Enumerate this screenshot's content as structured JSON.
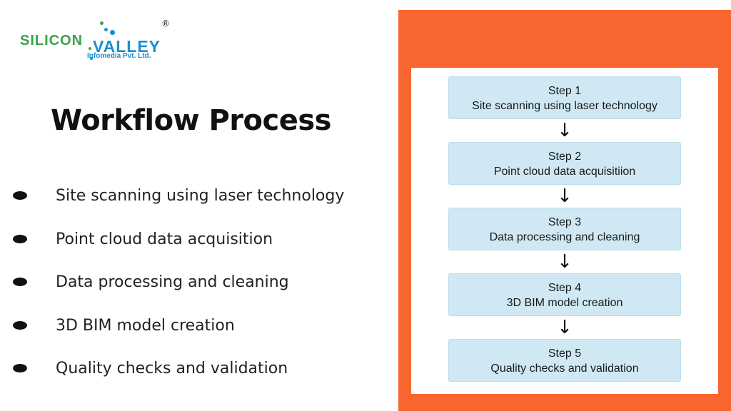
{
  "logo": {
    "word1": "SILICON",
    "word2": "VALLEY",
    "subtitle": "Infomedia Pvt. Ltd.",
    "registered": "®",
    "colors": {
      "green": "#3aa44a",
      "blue": "#1d8fd0"
    }
  },
  "title": "Workflow Process",
  "bullets": [
    "Site scanning using laser technology",
    "Point cloud data acquisition",
    "Data processing and cleaning",
    "3D BIM model creation",
    "Quality checks and validation"
  ],
  "flow": {
    "panel_color": "#f7662e",
    "box_color": "#cfe8f3",
    "arrow": "↓",
    "steps": [
      {
        "label": "Step 1",
        "text": "Site scanning using laser technology"
      },
      {
        "label": "Step 2",
        "text": "Point cloud data acquisitiion"
      },
      {
        "label": "Step 3",
        "text": "Data processing and cleaning"
      },
      {
        "label": "Step 4",
        "text": "3D BIM model creation"
      },
      {
        "label": "Step 5",
        "text": "Quality checks and validation"
      }
    ]
  }
}
